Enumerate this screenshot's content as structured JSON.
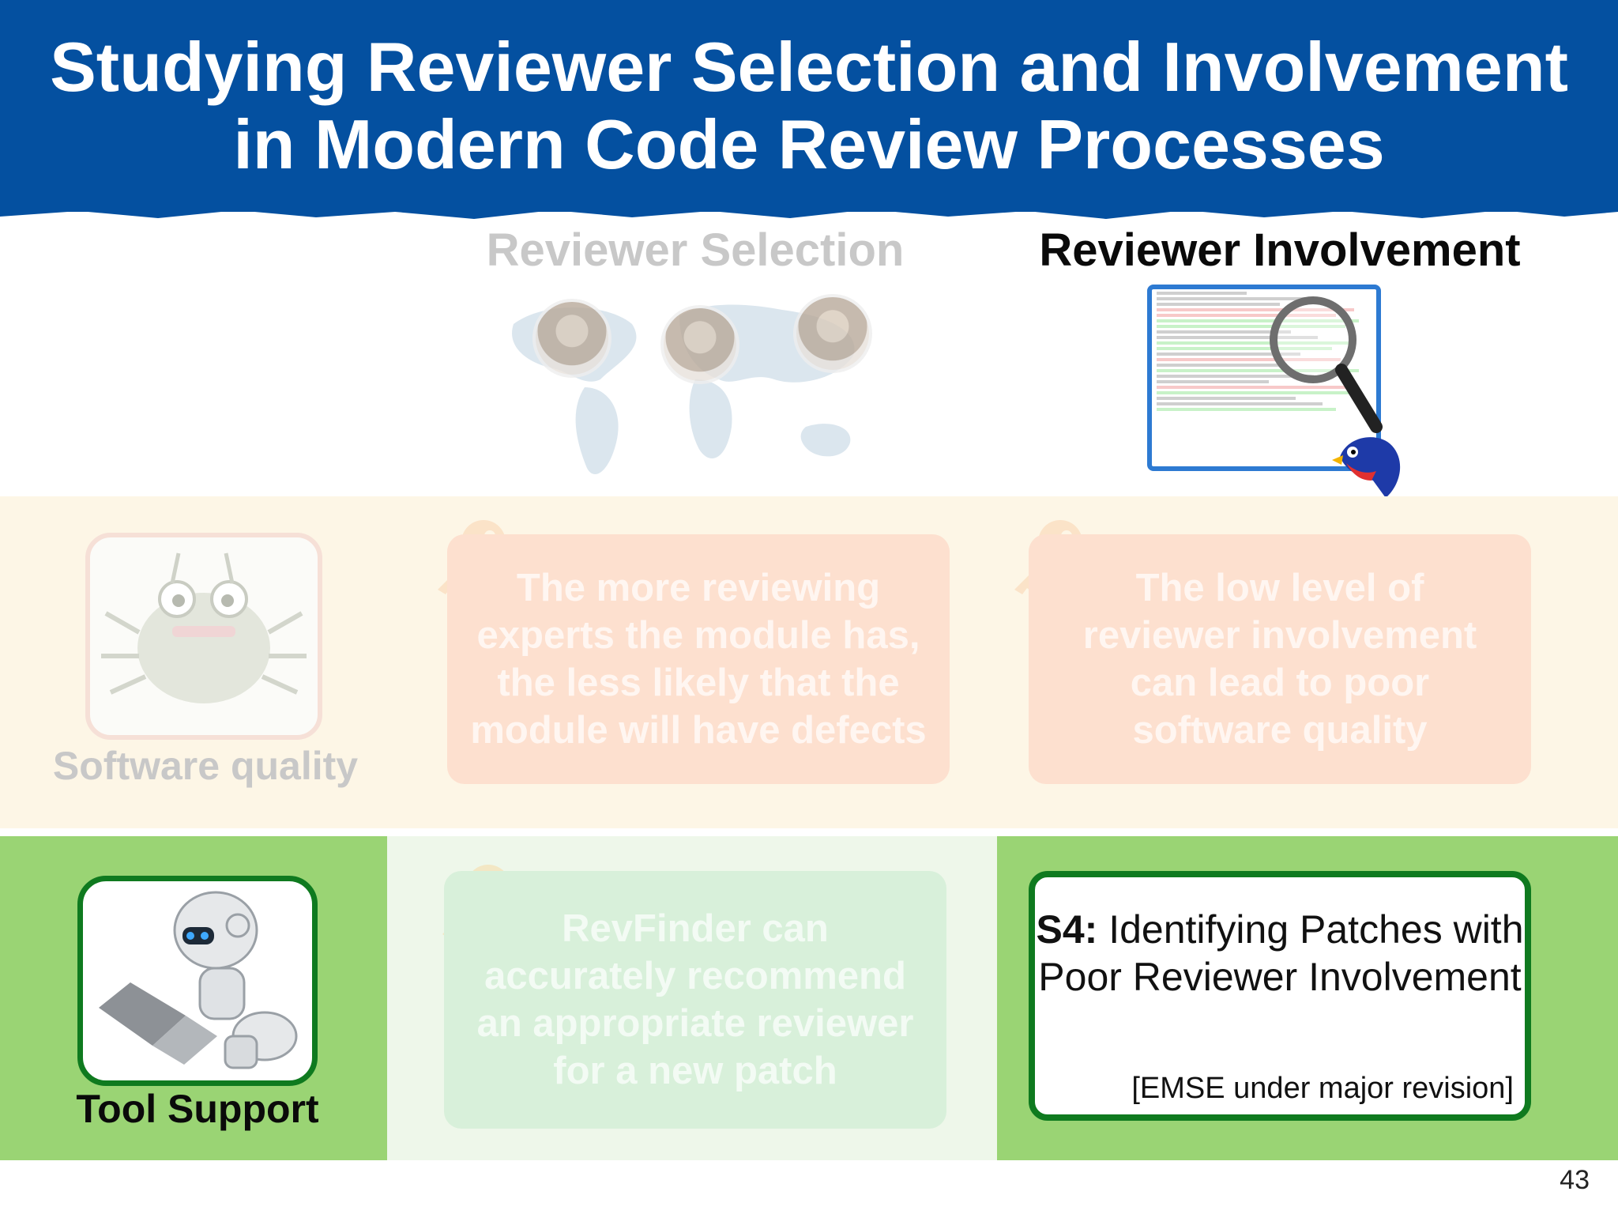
{
  "slide": {
    "title_line1": "Studying Reviewer Selection and Involvement",
    "title_line2": "in Modern Code Review Processes",
    "page_number": "43"
  },
  "columns": {
    "selection_heading": "Reviewer Selection",
    "involvement_heading": "Reviewer Involvement"
  },
  "rows": {
    "quality_label": "Software quality",
    "tool_label": "Tool Support"
  },
  "findings": {
    "selection_quality": "The more reviewing experts the module has, the less likely that the module will have defects",
    "involvement_quality": "The low level of reviewer involvement can lead to poor software quality",
    "selection_tool": "RevFinder can accurately recommend an appropriate reviewer for a new patch"
  },
  "study": {
    "label": "S4:",
    "title": "Identifying Patches with Poor Reviewer Involvement",
    "note": "[EMSE under major revision]"
  },
  "colors": {
    "banner": "#0450a0",
    "green_band": "#9ad474",
    "card_border": "#0f7a1f",
    "faded_text": "#c8c8c8"
  }
}
